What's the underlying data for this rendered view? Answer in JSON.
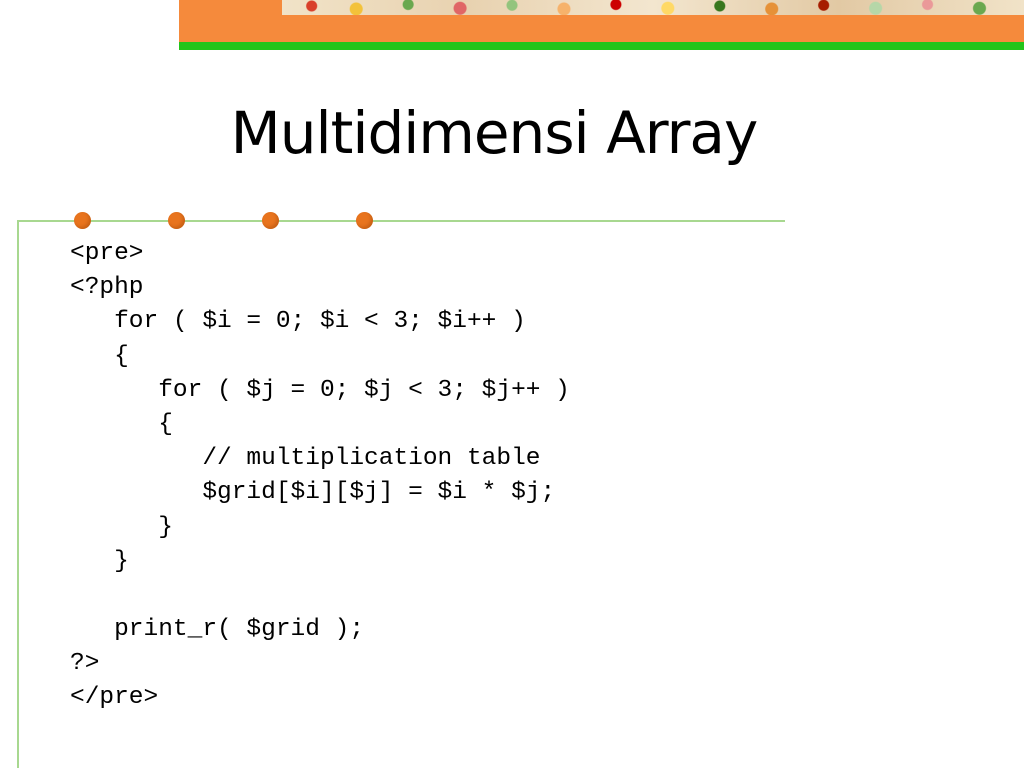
{
  "slide": {
    "title": "Multidimensi Array",
    "code_lines": [
      "<pre>",
      "<?php",
      "   for ( $i = 0; $i < 3; $i++ )",
      "   {",
      "      for ( $j = 0; $j < 3; $j++ )",
      "      {",
      "         // multiplication table",
      "         $grid[$i][$j] = $i * $j;",
      "      }",
      "   }",
      "",
      "   print_r( $grid );",
      "?>",
      "</pre>"
    ]
  },
  "colors": {
    "orange_band": "#f58a3c",
    "green_line": "#22c41a",
    "bullet_dot": "#e8741e",
    "frame_line": "#a8d890"
  }
}
